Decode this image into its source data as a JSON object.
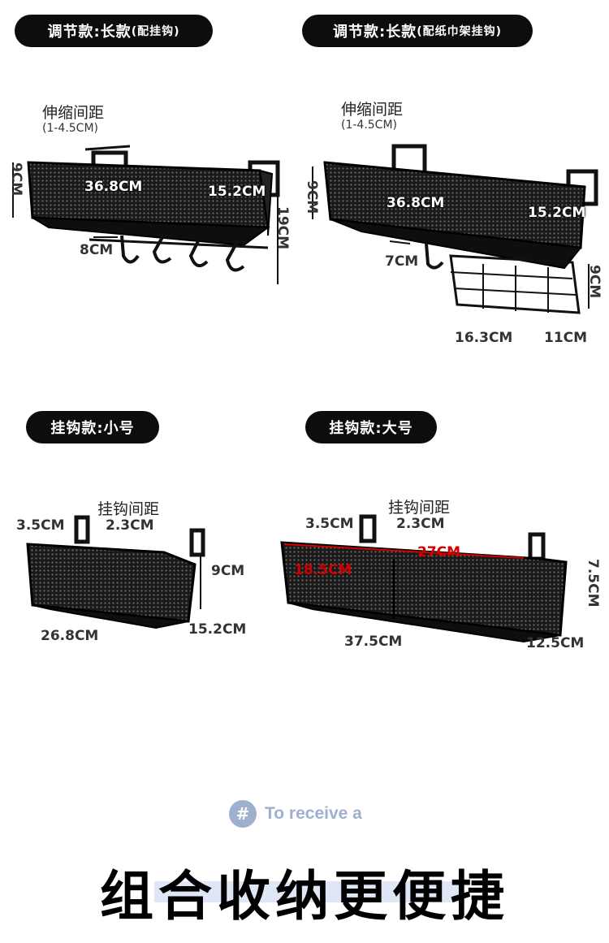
{
  "sections": {
    "top_left": {
      "tag_main": "调节款:长款",
      "tag_sub": "(配挂钩)",
      "spacing_title": "伸缩间距",
      "spacing_range": "(1-4.5CM)",
      "dims": {
        "height": "9CM",
        "length": "36.8CM",
        "depth": "15.2CM",
        "total_height": "19CM",
        "hook_gap": "8CM"
      }
    },
    "top_right": {
      "tag_main": "调节款:长款",
      "tag_sub": "(配纸巾架挂钩)",
      "spacing_title": "伸缩间距",
      "spacing_range": "(1-4.5CM)",
      "dims": {
        "height": "9CM",
        "length": "36.8CM",
        "depth": "15.2CM",
        "hook_gap": "7CM",
        "rack_height": "9CM",
        "rack_length": "16.3CM",
        "rack_depth": "11CM"
      }
    },
    "bottom_left": {
      "tag": "挂钩款:小号",
      "hook_title": "挂钩间距",
      "dims": {
        "hook_width": "3.5CM",
        "hook_gap": "2.3CM",
        "height": "9CM",
        "length": "26.8CM",
        "depth": "15.2CM"
      }
    },
    "bottom_right": {
      "tag": "挂钩款:大号",
      "hook_title": "挂钩间距",
      "dims": {
        "hook_width": "3.5CM",
        "hook_gap": "2.3CM",
        "inner_length": "27CM",
        "inner_small": "18.5CM",
        "height": "7.5CM",
        "length": "37.5CM",
        "depth": "12.5CM"
      }
    }
  },
  "footer": {
    "badge_icon": "hash-icon",
    "badge_symbol": "#",
    "badge_text": "To receive a",
    "title": "组合收纳更便捷"
  },
  "colors": {
    "pill_bg": "#0d0d0d",
    "accent_red": "#d40000",
    "badge": "#9fb0cf"
  }
}
